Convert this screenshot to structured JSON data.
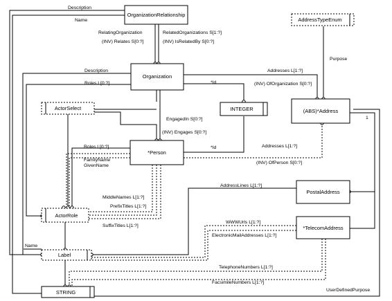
{
  "entities": {
    "organization_relationship": "OrganizationRelationship",
    "address_type_enum": "AddressTypeEnum",
    "organization": "Organization",
    "actor_select": "ActorSelect",
    "integer": "INTEGER",
    "address": "(ABS)*Address",
    "person": "*Person",
    "postal_address": "PostalAddress",
    "actor_role": "ActorRole",
    "telecom_address": "*TelecomAddress",
    "label": "Label",
    "string": "STRING"
  },
  "relations": {
    "description_top": "Description",
    "name_top": "Name",
    "relating_organization": "RelatingOrganization",
    "inv_relates": "(INV) Relates S[0:?]",
    "related_organizations": "RelatedOrganizations S[1:?]",
    "inv_is_related_by": "(INV) IsRelatedBy S[0:?]",
    "purpose": "Purpose",
    "description_org": "Description",
    "addresses_org": "Addresses L[1:?]",
    "roles_org": "Roles L[0:?]",
    "id_org": "*Id",
    "inv_of_organization": "(INV) OfOrganization S[0:?]",
    "engaged_in": "EngagedIn S[0:?]",
    "inv_engages": "(INV) Engages S[0:?]",
    "roles_person": "Roles L[0:?]",
    "id_person": "*Id",
    "addresses_person": "Addresses L[1:?]",
    "family_name": "FamilyName",
    "given_name": "GivenName",
    "inv_of_person": "(INV) OfPerson S[0:?]",
    "address_lines": "AddressLines L[1:?]",
    "middle_names": "MiddleNames L[1:?]",
    "prefix_titles": "PrefixTitles L[1:?]",
    "suffix_titles": "SuffixTitles L[1:?]",
    "www_urls": "WWWUrls L[1:?]",
    "electronic_mail_addresses": "ElectronicMailAddresses L[1:?]",
    "name_label": "Name",
    "telephone_numbers": "TelephoneNumbers L[1:?]",
    "facsimile_numbers": "FacsimileNumbers L[1:?]",
    "user_defined_purpose": "UserDefinedPurpose",
    "supertype_count": "1"
  }
}
